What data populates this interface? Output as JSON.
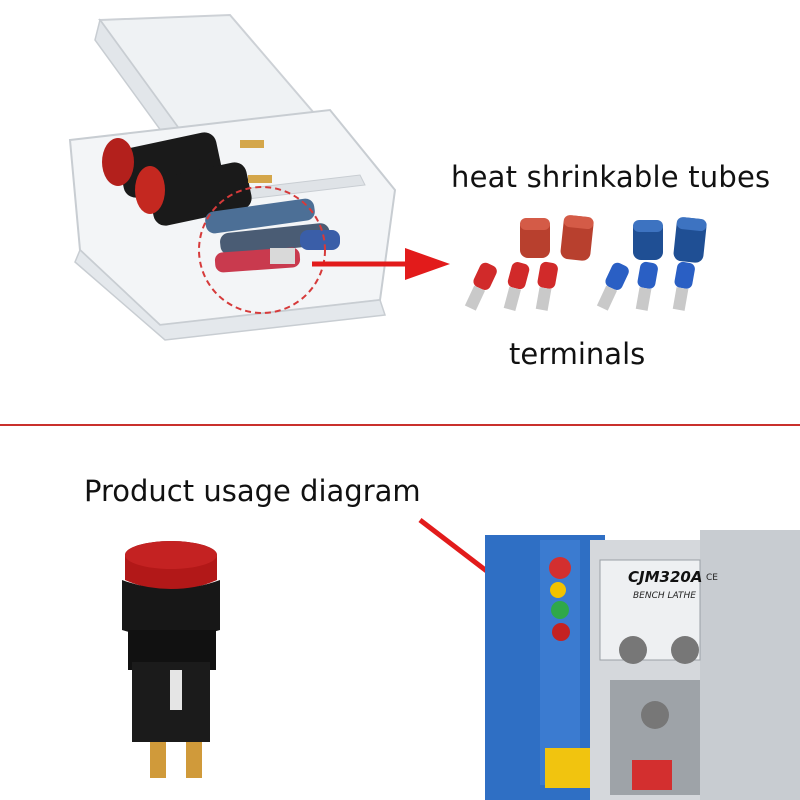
{
  "labels": {
    "heat_tubes": "heat shrinkable tubes",
    "terminals": "terminals",
    "usage": "Product usage diagram"
  },
  "machine": {
    "model": "CJM320A",
    "subtitle": "BENCH LATHE",
    "ce_mark": "CE"
  },
  "colors": {
    "arrow_red": "#e21b1b",
    "divider_red": "#c9302c",
    "lathe_blue": "#2f6fc4",
    "lathe_grey": "#c8ccd1",
    "tube_red": "#c0392b",
    "tube_blue": "#1f5fae"
  }
}
